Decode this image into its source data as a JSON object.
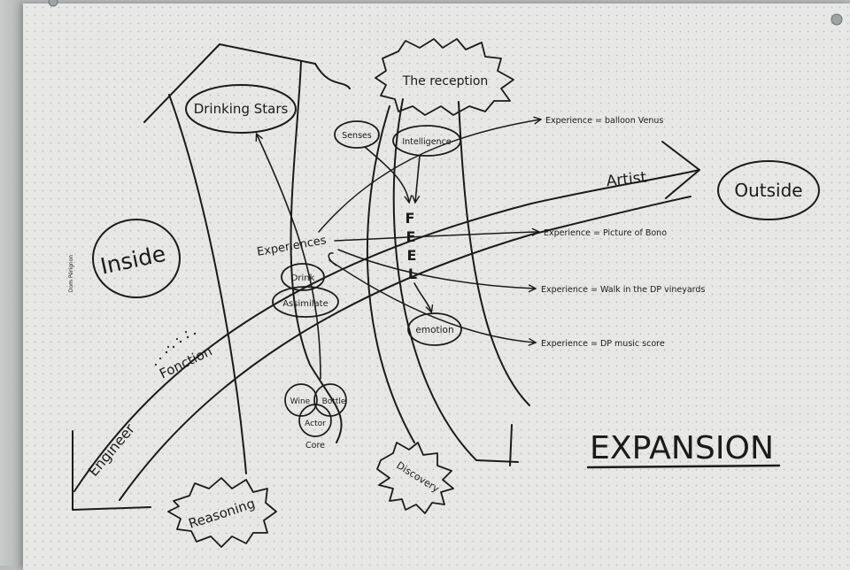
{
  "title": "EXPANSION",
  "regions": {
    "inside": "Inside",
    "outside": "Outside",
    "artist": "Artist",
    "engineer": "Engineer",
    "fonction": "Fonction"
  },
  "nodes": {
    "drinking_stars": "Drinking Stars",
    "reception": "The reception",
    "senses": "Senses",
    "intelligence": "Intelligence",
    "feel": [
      "F",
      "E",
      "E",
      "L"
    ],
    "experiences": "Experiences",
    "drink": "Drink",
    "assimilate": "Assimilate",
    "emotion": "emotion",
    "wine": "Wine",
    "bottle": "Bottle",
    "actor": "Actor",
    "core": "Core",
    "reasoning": "Reasoning",
    "discovery": "Discovery"
  },
  "experiences": [
    "Experience = balloon Venus",
    "Experience = Picture of Bono",
    "Experience = Walk in the DP vineyards",
    "Experience = DP music score"
  ],
  "logo": "Dom Pérignon"
}
